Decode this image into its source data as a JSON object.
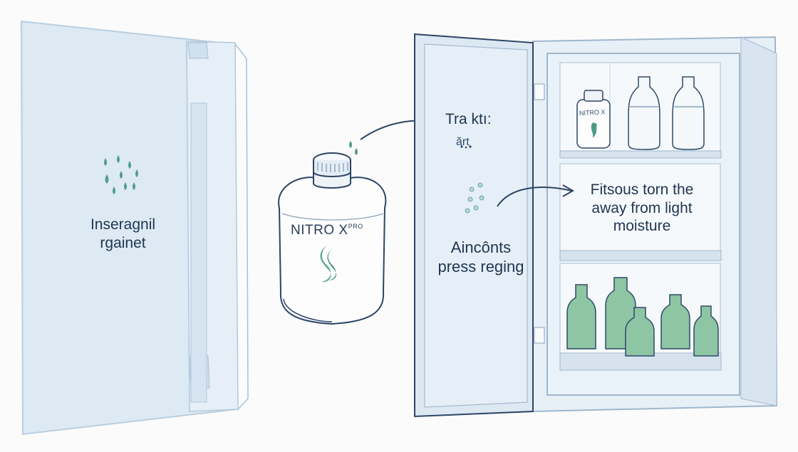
{
  "left_door": {
    "lines": [
      "Inseragnil",
      "rgainet"
    ]
  },
  "canister": {
    "brand": "NITRO X",
    "brand_suffix": "PRO"
  },
  "small_canister": {
    "brand": "NITRO X"
  },
  "track_label": {
    "title": "Tra ktı:",
    "subtitle": "ărt"
  },
  "door_instructions": {
    "lines": [
      "Aincônts",
      "press reging"
    ]
  },
  "shelf_note": {
    "lines": [
      "Fitsous torn the",
      "away from light",
      "moisture"
    ]
  },
  "colors": {
    "ink": "#1f3552",
    "door_fill": "#dbe7f1",
    "panel_fill": "#e9f1f8",
    "bottle_green": "#8ec5a3",
    "drop_green": "#4a9b86"
  }
}
